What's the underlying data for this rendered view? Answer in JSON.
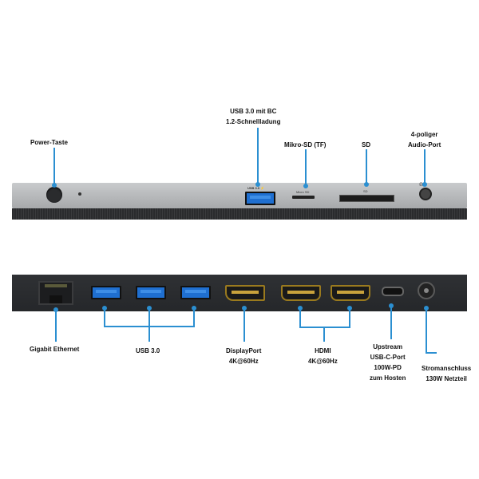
{
  "front_labels": {
    "power": "Power-Taste",
    "usb30_bc_line1": "USB 3.0 mit BC",
    "usb30_bc_line2": "1.2-Schnellladung",
    "microsd": "Mikro-SD (TF)",
    "sd": "SD",
    "audio_line1": "4-poliger",
    "audio_line2": "Audio-Port"
  },
  "front_device_text": {
    "usb_port_label": "USB 3.0 ⚡",
    "microsd_label": "Micro SD",
    "sd_label": "SD",
    "audio_icon": "🎧⚡"
  },
  "rear_labels": {
    "ethernet": "Gigabit Ethernet",
    "usb30": "USB 3.0",
    "displayport_line1": "DisplayPort",
    "displayport_line2": "4K@60Hz",
    "hdmi_line1": "HDMI",
    "hdmi_line2": "4K@60Hz",
    "upstream_line1": "Upstream",
    "upstream_line2": "USB-C-Port",
    "upstream_line3": "100W-PD",
    "upstream_line4": "zum Hosten",
    "power_line1": "Stromanschluss",
    "power_line2": "130W Netzteil"
  },
  "colors": {
    "callout": "#2b8fd1",
    "usb_blue": "#1f6fd0",
    "front_silver": "#b8babc",
    "rear_dark": "#2a2c2f"
  }
}
